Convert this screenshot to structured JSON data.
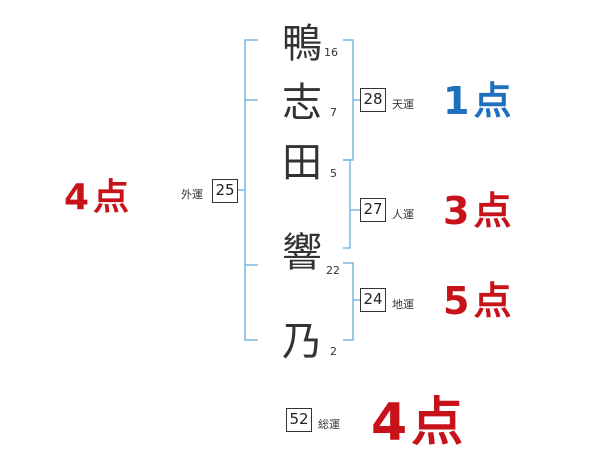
{
  "name_chars": [
    {
      "char": "鴨",
      "strokes": "16"
    },
    {
      "char": "志",
      "strokes": "7"
    },
    {
      "char": "田",
      "strokes": "5"
    },
    {
      "char": "響",
      "strokes": "22"
    },
    {
      "char": "乃",
      "strokes": "2"
    }
  ],
  "fortunes": {
    "gaiun": {
      "label": "外運",
      "value": "25",
      "score": "4点"
    },
    "tenun": {
      "label": "天運",
      "value": "28",
      "score": "1点"
    },
    "jinun": {
      "label": "人運",
      "value": "27",
      "score": "3点"
    },
    "chiun": {
      "label": "地運",
      "value": "24",
      "score": "5点"
    },
    "souun": {
      "label": "総運",
      "value": "52",
      "score": "4点"
    }
  },
  "colors": {
    "bracket": "#7db7e0",
    "blue_score": "#1f6fbf",
    "red_score": "#c8121a"
  }
}
